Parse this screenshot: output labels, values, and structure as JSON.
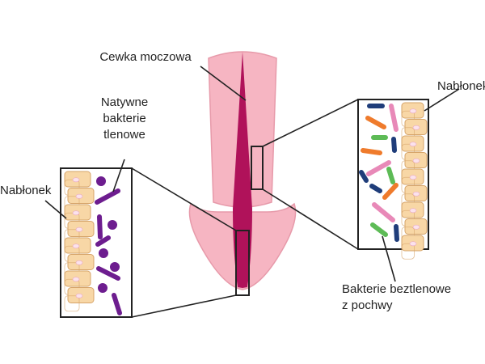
{
  "labels": {
    "urethra": "Cewka moczowa",
    "aerobes_line1": "Natywne",
    "aerobes_line2": "bakterie",
    "aerobes_line3": "tlenowe",
    "epithelium_left": "Nabłonek",
    "epithelium_right": "Nabłonek",
    "anaerobes_line1": "Bakterie beztlenowe",
    "anaerobes_line2": "z pochwy"
  },
  "colors": {
    "tissue": "#f6b5c2",
    "tissue_outline": "#e79aaa",
    "urethra": "#b0125a",
    "cell_fill": "#f8d7a6",
    "cell_outline": "#d6a46a",
    "nucleus": "#fbe2ec",
    "aerobic_bacteria": "#6d1d8f",
    "anaerobic_pink": "#e889b8",
    "anaerobic_orange": "#ef7b2c",
    "anaerobic_green": "#5dbb56",
    "anaerobic_navy": "#1f3d7a",
    "line": "#222222"
  }
}
